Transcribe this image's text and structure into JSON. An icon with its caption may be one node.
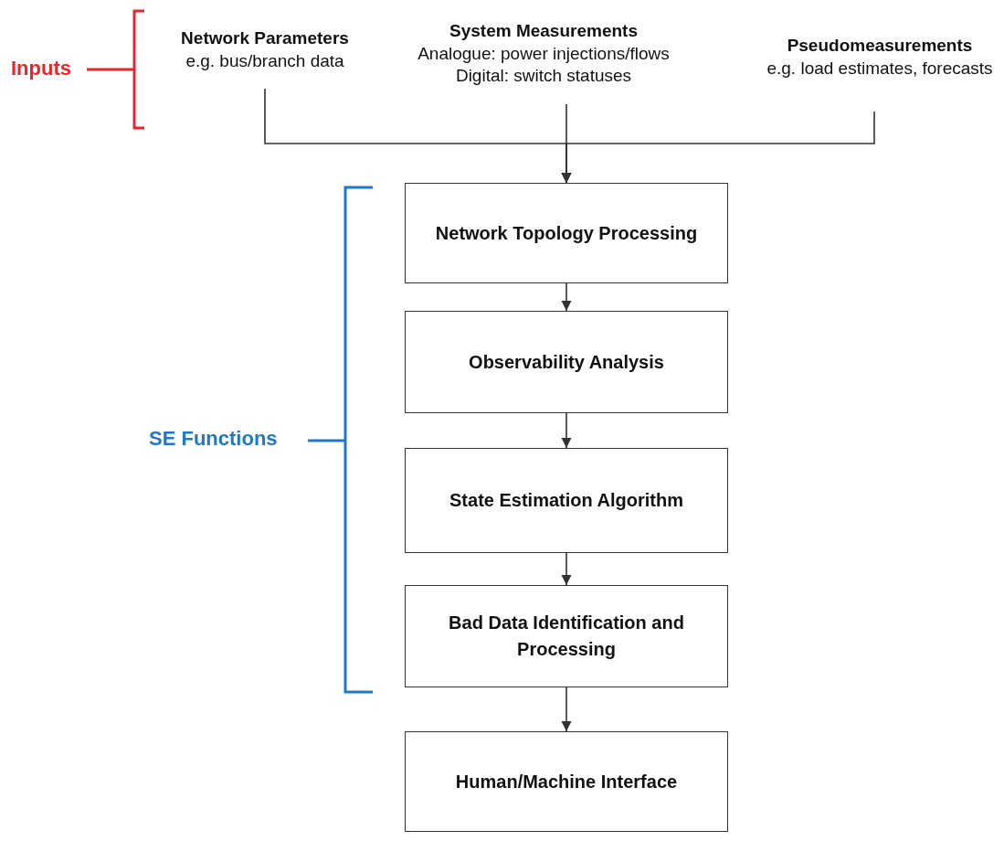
{
  "diagram": {
    "nodes": [
      {
        "text": [
          "Network Parameters",
          "e.g. bus/branch data"
        ]
      },
      {
        "text": [
          "System Measurements",
          "Analogue: power injections/flows",
          "Digital: switch statuses"
        ]
      },
      {
        "text": [
          "Pseudomeasurements",
          "e.g. load estimates, forecasts"
        ]
      },
      {
        "text": [
          "Network Topology Processing"
        ]
      },
      {
        "text": [
          "Observability Analysis"
        ]
      },
      {
        "text": [
          "State Estimation Algorithm"
        ]
      },
      {
        "text": [
          "Bad Data Identification and Processing"
        ]
      },
      {
        "text": [
          "Human/Machine Interface"
        ]
      }
    ],
    "edges": [
      {
        "from": 0,
        "to": 3,
        "arrow": "to"
      },
      {
        "from": 1,
        "to": 3,
        "arrow": "to"
      },
      {
        "from": 2,
        "to": 3,
        "arrow": "to"
      },
      {
        "from": 3,
        "to": 4,
        "arrow": "to"
      },
      {
        "from": 4,
        "to": 5,
        "arrow": "to"
      },
      {
        "from": 5,
        "to": 6,
        "arrow": "to"
      },
      {
        "from": 6,
        "to": 7,
        "arrow": "to"
      }
    ],
    "labels": [
      "Inputs",
      "SE Functions"
    ]
  }
}
